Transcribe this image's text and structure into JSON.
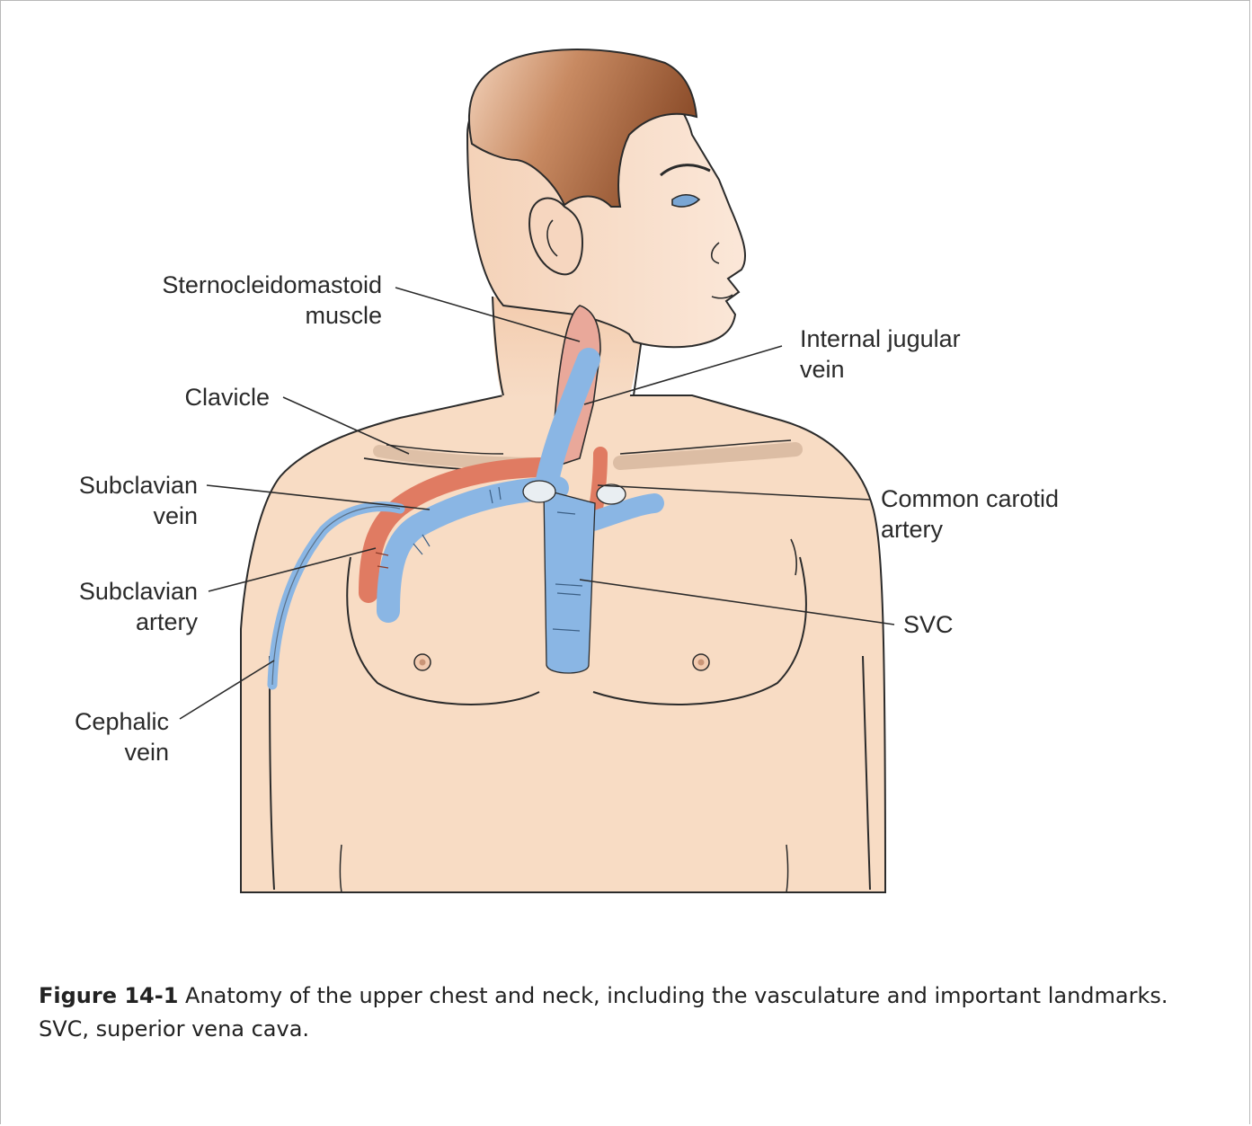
{
  "labels": {
    "scm_line1": "Sternocleidomastoid",
    "scm_line2": "muscle",
    "clavicle": "Clavicle",
    "subclavian_vein_line1": "Subclavian",
    "subclavian_vein_line2": "vein",
    "subclavian_artery_line1": "Subclavian",
    "subclavian_artery_line2": "artery",
    "cephalic_line1": "Cephalic",
    "cephalic_line2": "vein",
    "ijv_line1": "Internal jugular",
    "ijv_line2": "vein",
    "carotid_line1": "Common carotid",
    "carotid_line2": "artery",
    "svc": "SVC"
  },
  "caption": {
    "figure_number": "Figure 14-1",
    "text": " Anatomy of the upper chest and neck, including the vasculature and important landmarks. SVC, superior vena cava."
  },
  "colors": {
    "skin": "#f8dcc4",
    "vein": "#8ab6e4",
    "artery": "#e07b62",
    "hair": "#9c5a35"
  }
}
